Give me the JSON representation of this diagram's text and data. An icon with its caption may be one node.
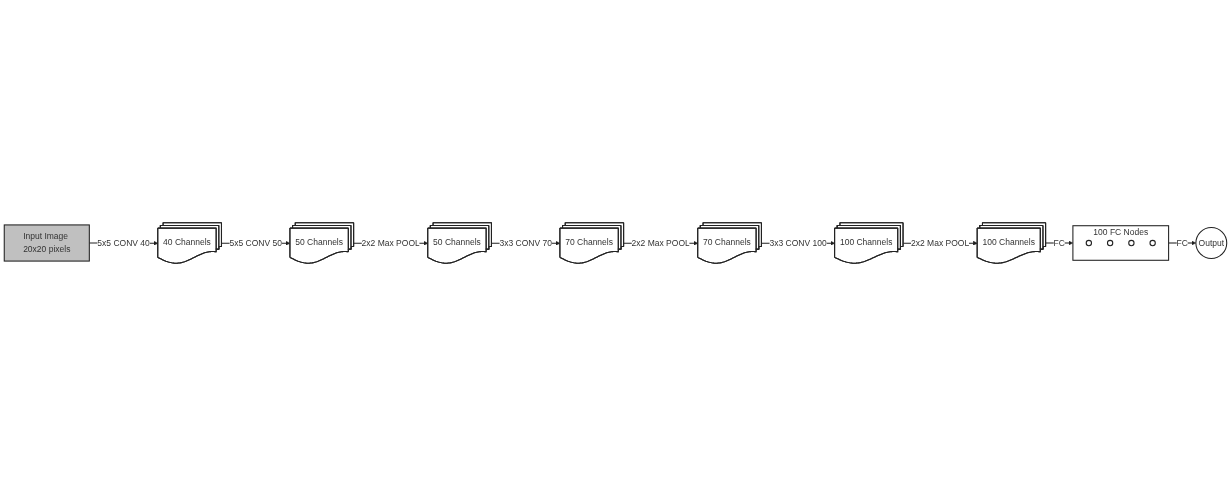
{
  "diagram": {
    "nodes": [
      {
        "text": [
          "Input Image 20x20 pixels"
        ]
      },
      {
        "text": [
          "40 Channels"
        ]
      },
      {
        "text": [
          "50 Channels"
        ]
      },
      {
        "text": [
          "50 Channels"
        ]
      },
      {
        "text": [
          "70 Channels"
        ]
      },
      {
        "text": [
          "70 Channels"
        ]
      },
      {
        "text": [
          "100 Channels"
        ]
      },
      {
        "text": [
          "100 Channels"
        ]
      },
      {
        "text": [
          "100 FC Nodes"
        ]
      },
      {
        "text": [],
        "shape": "circle",
        "in": 8
      },
      {
        "text": [],
        "shape": "circle",
        "in": 8
      },
      {
        "text": [],
        "shape": "circle",
        "in": 8
      },
      {
        "text": [],
        "shape": "circle",
        "in": 8
      },
      {
        "text": [
          "Output"
        ]
      }
    ],
    "edges": [
      {
        "from": 0,
        "to": 1,
        "arrow": "to",
        "label": "5x5 CONV 40"
      },
      {
        "from": 1,
        "to": 2,
        "arrow": "to",
        "label": "5x5 CONV 50"
      },
      {
        "from": 2,
        "to": 3,
        "arrow": "to",
        "label": "2x2 Max POOL"
      },
      {
        "from": 3,
        "to": 4,
        "arrow": "to",
        "label": "3x3 CONV 70"
      },
      {
        "from": 4,
        "to": 5,
        "arrow": "to",
        "label": "2x2 Max POOL"
      },
      {
        "from": 5,
        "to": 6,
        "arrow": "to",
        "label": "3x3 CONV 100"
      },
      {
        "from": 6,
        "to": 7,
        "arrow": "to",
        "label": "2x2 Max POOL"
      },
      {
        "from": 7,
        "to": 8,
        "arrow": "to",
        "label": "FC"
      },
      {
        "from": 8,
        "to": 13,
        "arrow": "to",
        "label": "FC"
      }
    ]
  }
}
